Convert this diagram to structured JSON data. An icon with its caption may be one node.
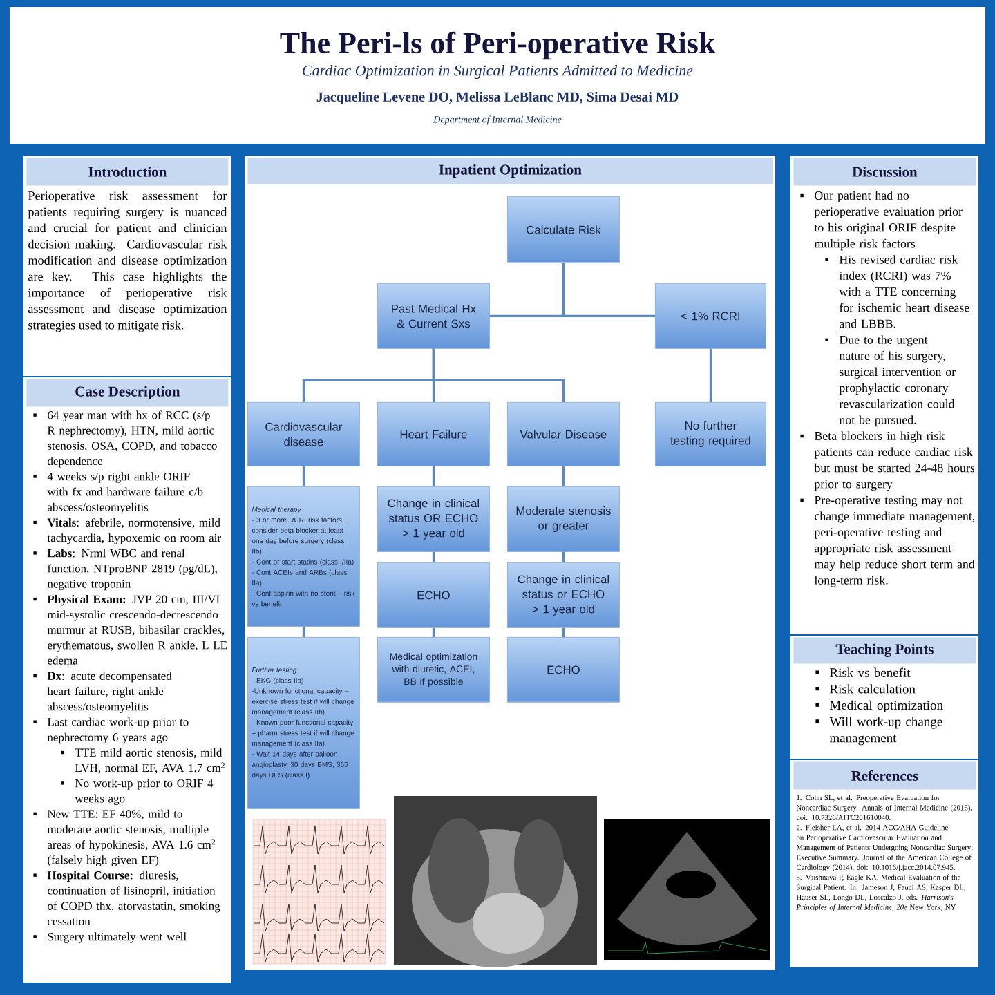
{
  "diagram": {
    "title": "The Peri-ls of Peri-operative Risk",
    "labels": [
      "Cardiac Optimization in Surgical Patients Admitted to Medicine",
      "Jacqueline Levene DO, Melissa LeBlanc MD, Sima Desai MD",
      "Department of Internal Medicine"
    ],
    "nodes": [
      {
        "text": [
          "Introduction",
          "Perioperative risk assessment for patients requiring surgery is nuanced and crucial for patient and clinician decision making. Cardiovascular risk modification and disease optimization are key. This case highlights the importance of perioperative risk assessment and disease optimization strategies used to mitigate risk."
        ]
      },
      {
        "text": [
          "Case Description",
          "64 year man with hx of RCC (s/p R nephrectomy), HTN, mild aortic stenosis, OSA, COPD, and tobacco dependence",
          "4 weeks s/p right ankle ORIF with fx and hardware failure c/b abscess/osteomyelitis",
          "**Vitals**: afebrile, normotensive, mild tachycardia, hypoxemic on room air",
          "**Labs**: Nrml WBC and renal function, NTproBNP 2819 (pg/dL), negative troponin",
          "**Physical Exam:** JVP 20 cm, III/VI mid-systolic crescendo-decrescendo murmur at RUSB, bibasilar crackles, erythematous, swollen R ankle, L LE edema",
          "**Dx**: acute decompensated heart failure, right ankle abscess/osteomyelitis",
          "Last cardiac work-up prior to nephrectomy 6 years ago",
          "TTE mild aortic stenosis, mild LVH, normal EF, AVA 1.7 cm$^{2}$",
          "No work-up prior to ORIF 4 weeks ago",
          "New TTE: EF 40%, mild to moderate aortic stenosis, multiple areas of hypokinesis, AVA 1.6 cm$^{2}$ (falsely high given EF)",
          "**Hospital Course:** diuresis, continuation of lisinopril, initiation of COPD thx, atorvastatin, smoking cessation",
          "Surgery ultimately went well"
        ]
      },
      {
        "text": [
          "Inpatient Optimization"
        ]
      },
      {
        "text": [
          "Calculate Risk"
        ],
        "in": 2
      },
      {
        "text": [
          "Past Medical Hx & Current Sxs"
        ],
        "in": 2
      },
      {
        "text": [
          "< 1% RCRI"
        ],
        "in": 2
      },
      {
        "text": [
          "Cardiovascular disease"
        ],
        "in": 2
      },
      {
        "text": [
          "Heart Failure"
        ],
        "in": 2
      },
      {
        "text": [
          "Valvular Disease"
        ],
        "in": 2
      },
      {
        "text": [
          "No further testing required"
        ],
        "in": 2
      },
      {
        "text": [
          "Medical therapy",
          "- 3 or more RCRI risk factors, consider beta blocker at least one day before surgery (class IIb)",
          "- Cont or start statins (class I/IIa)",
          "- Cont ACEIs and ARBs (class IIa)",
          "- Cont aspirin with no stent – risk vs benefit"
        ],
        "in": 2
      },
      {
        "text": [
          "Change in clinical status OR ECHO > 1 year old"
        ],
        "in": 2
      },
      {
        "text": [
          "Moderate stenosis or greater"
        ],
        "in": 2
      },
      {
        "text": [
          "Further testing",
          "- EKG (class IIa)",
          "-Unknown functional capacity – exercise stress test if will change management (class IIb)",
          "- Known poor functional capacity – pharm stress test if will change management (class IIa)",
          "- Wait 14 days after balloon angioplasty, 30 days BMS, 365 days DES (class I)"
        ],
        "in": 2
      },
      {
        "text": [
          "ECHO"
        ],
        "in": 2
      },
      {
        "text": [
          "Change in clinical status or ECHO > 1 year old"
        ],
        "in": 2
      },
      {
        "text": [
          "Medical optimization with diuretic, ACEI, BB if possible"
        ],
        "in": 2
      },
      {
        "text": [
          "ECHO"
        ],
        "in": 2
      },
      {
        "text": [
          "Discussion",
          "Our patient had no perioperative evaluation prior to his original ORIF despite multiple risk factors",
          "His revised cardiac risk index (RCRI) was 7% with a TTE concerning for ischemic heart disease and LBBB.",
          "Due to the urgent nature of his surgery, surgical intervention or prophylactic coronary revascularization could not be pursued.",
          "Beta blockers in high risk patients can reduce cardiac risk but must be started 24-48 hours prior to surgery",
          "Pre-operative testing may not change immediate management, peri-operative testing and appropriate risk assessment may help reduce short term and long-term risk."
        ]
      },
      {
        "text": [
          "Teaching Points",
          "Risk vs benefit",
          "Risk calculation",
          "Medical optimization",
          "Will work-up change management"
        ]
      },
      {
        "text": [
          "References",
          "1. Cohn SL, et al. Preoperative Evaluation for Noncardiac Surgery. Annals of Internal Medicine (2016), doi: 10.7326/AITC201610040.",
          "2. Fleisher LA, et al. 2014 ACC/AHA Guideline on Perioperative Cardiovascular Evaluation and Management of Patients Undergoing Noncardiac Surgery: Executive Summary. Journal of the American College of Cardiology (2014), doi: 10.1016/j.jacc.2014.07.945.",
          "3. Vaishnava P, Eagle KA. Medical Evaluation of the Surgical Patient. In: Jameson J, Fauci AS, Kasper DL, Hauser SL, Longo DL, Loscalzo J. eds. *Harrison's Principles of Internal Medicine, 20e* New York, NY."
        ]
      }
    ],
    "edges": [
      {
        "from": 3,
        "to": 4,
        "arrow": "none"
      },
      {
        "from": 3,
        "to": 5,
        "arrow": "none"
      },
      {
        "from": 4,
        "to": 6,
        "arrow": "none"
      },
      {
        "from": 4,
        "to": 7,
        "arrow": "none"
      },
      {
        "from": 4,
        "to": 8,
        "arrow": "none"
      },
      {
        "from": 5,
        "to": 9,
        "arrow": "none"
      },
      {
        "from": 6,
        "to": 10,
        "arrow": "none"
      },
      {
        "from": 7,
        "to": 11,
        "arrow": "none"
      },
      {
        "from": 8,
        "to": 12,
        "arrow": "none"
      },
      {
        "from": 10,
        "to": 13,
        "arrow": "none"
      },
      {
        "from": 11,
        "to": 14,
        "arrow": "none"
      },
      {
        "from": 12,
        "to": 15,
        "arrow": "none"
      },
      {
        "from": 14,
        "to": 16,
        "arrow": "none"
      },
      {
        "from": 15,
        "to": 17,
        "arrow": "none"
      }
    ]
  }
}
